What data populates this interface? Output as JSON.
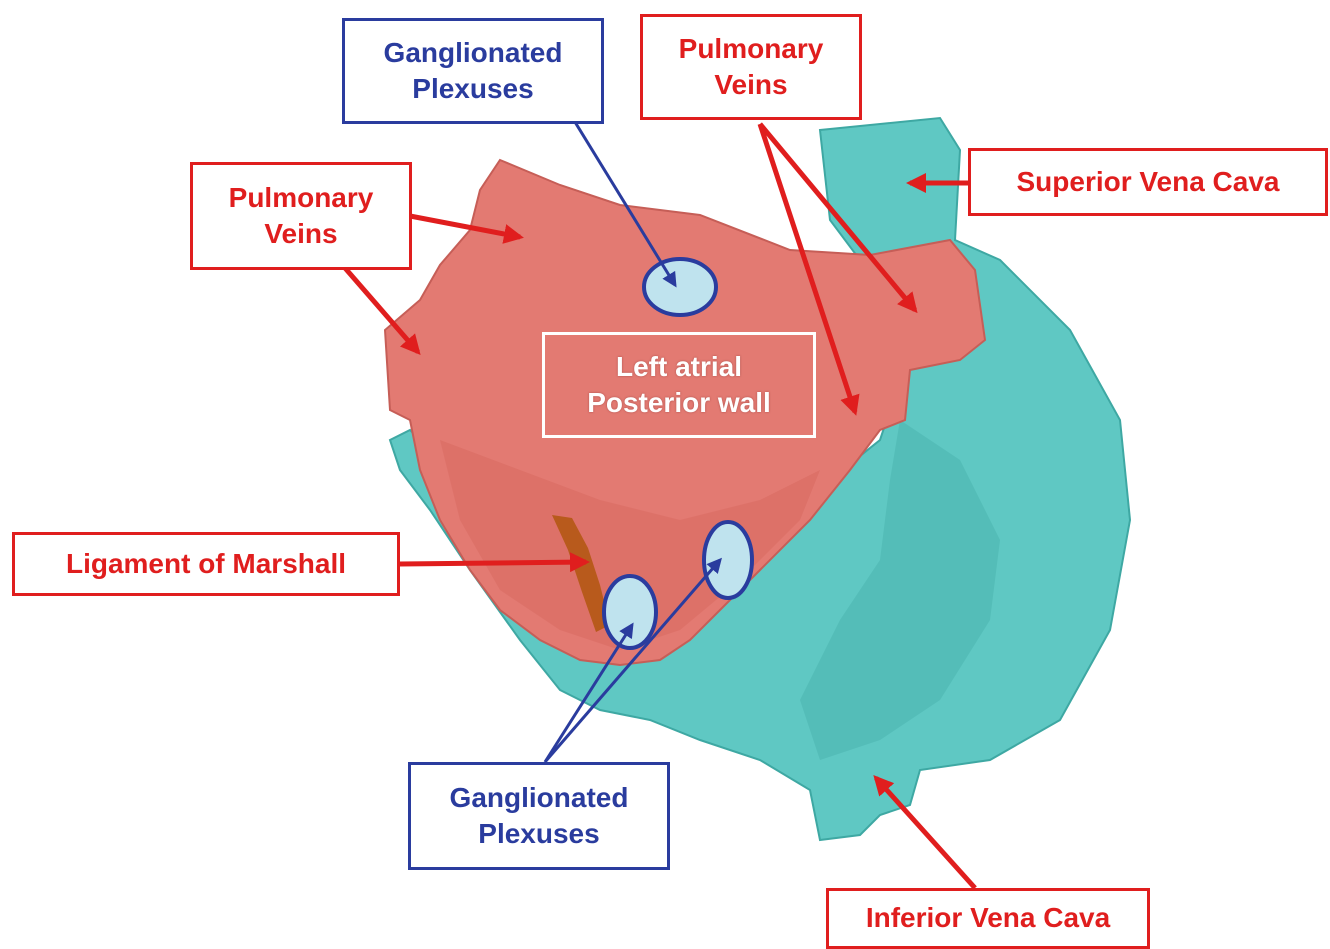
{
  "colors": {
    "red_label": "#e01e1e",
    "blue_label": "#2a3c9e",
    "atrium": "#e37a72",
    "vena_cava": "#5fc8c3",
    "plexus_fill": "#bfe3ee",
    "ligament": "#b85a1c"
  },
  "labels": {
    "gp_top": {
      "line1": "Ganglionated",
      "line2": "Plexuses"
    },
    "pv_top": {
      "line1": "Pulmonary",
      "line2": "Veins"
    },
    "pv_left": {
      "line1": "Pulmonary",
      "line2": "Veins"
    },
    "svc": "Superior Vena Cava",
    "la_wall": {
      "line1": "Left atrial",
      "line2": "Posterior wall"
    },
    "lom": "Ligament of Marshall",
    "gp_bottom": {
      "line1": "Ganglionated",
      "line2": "Plexuses"
    },
    "ivc": "Inferior Vena Cava"
  }
}
